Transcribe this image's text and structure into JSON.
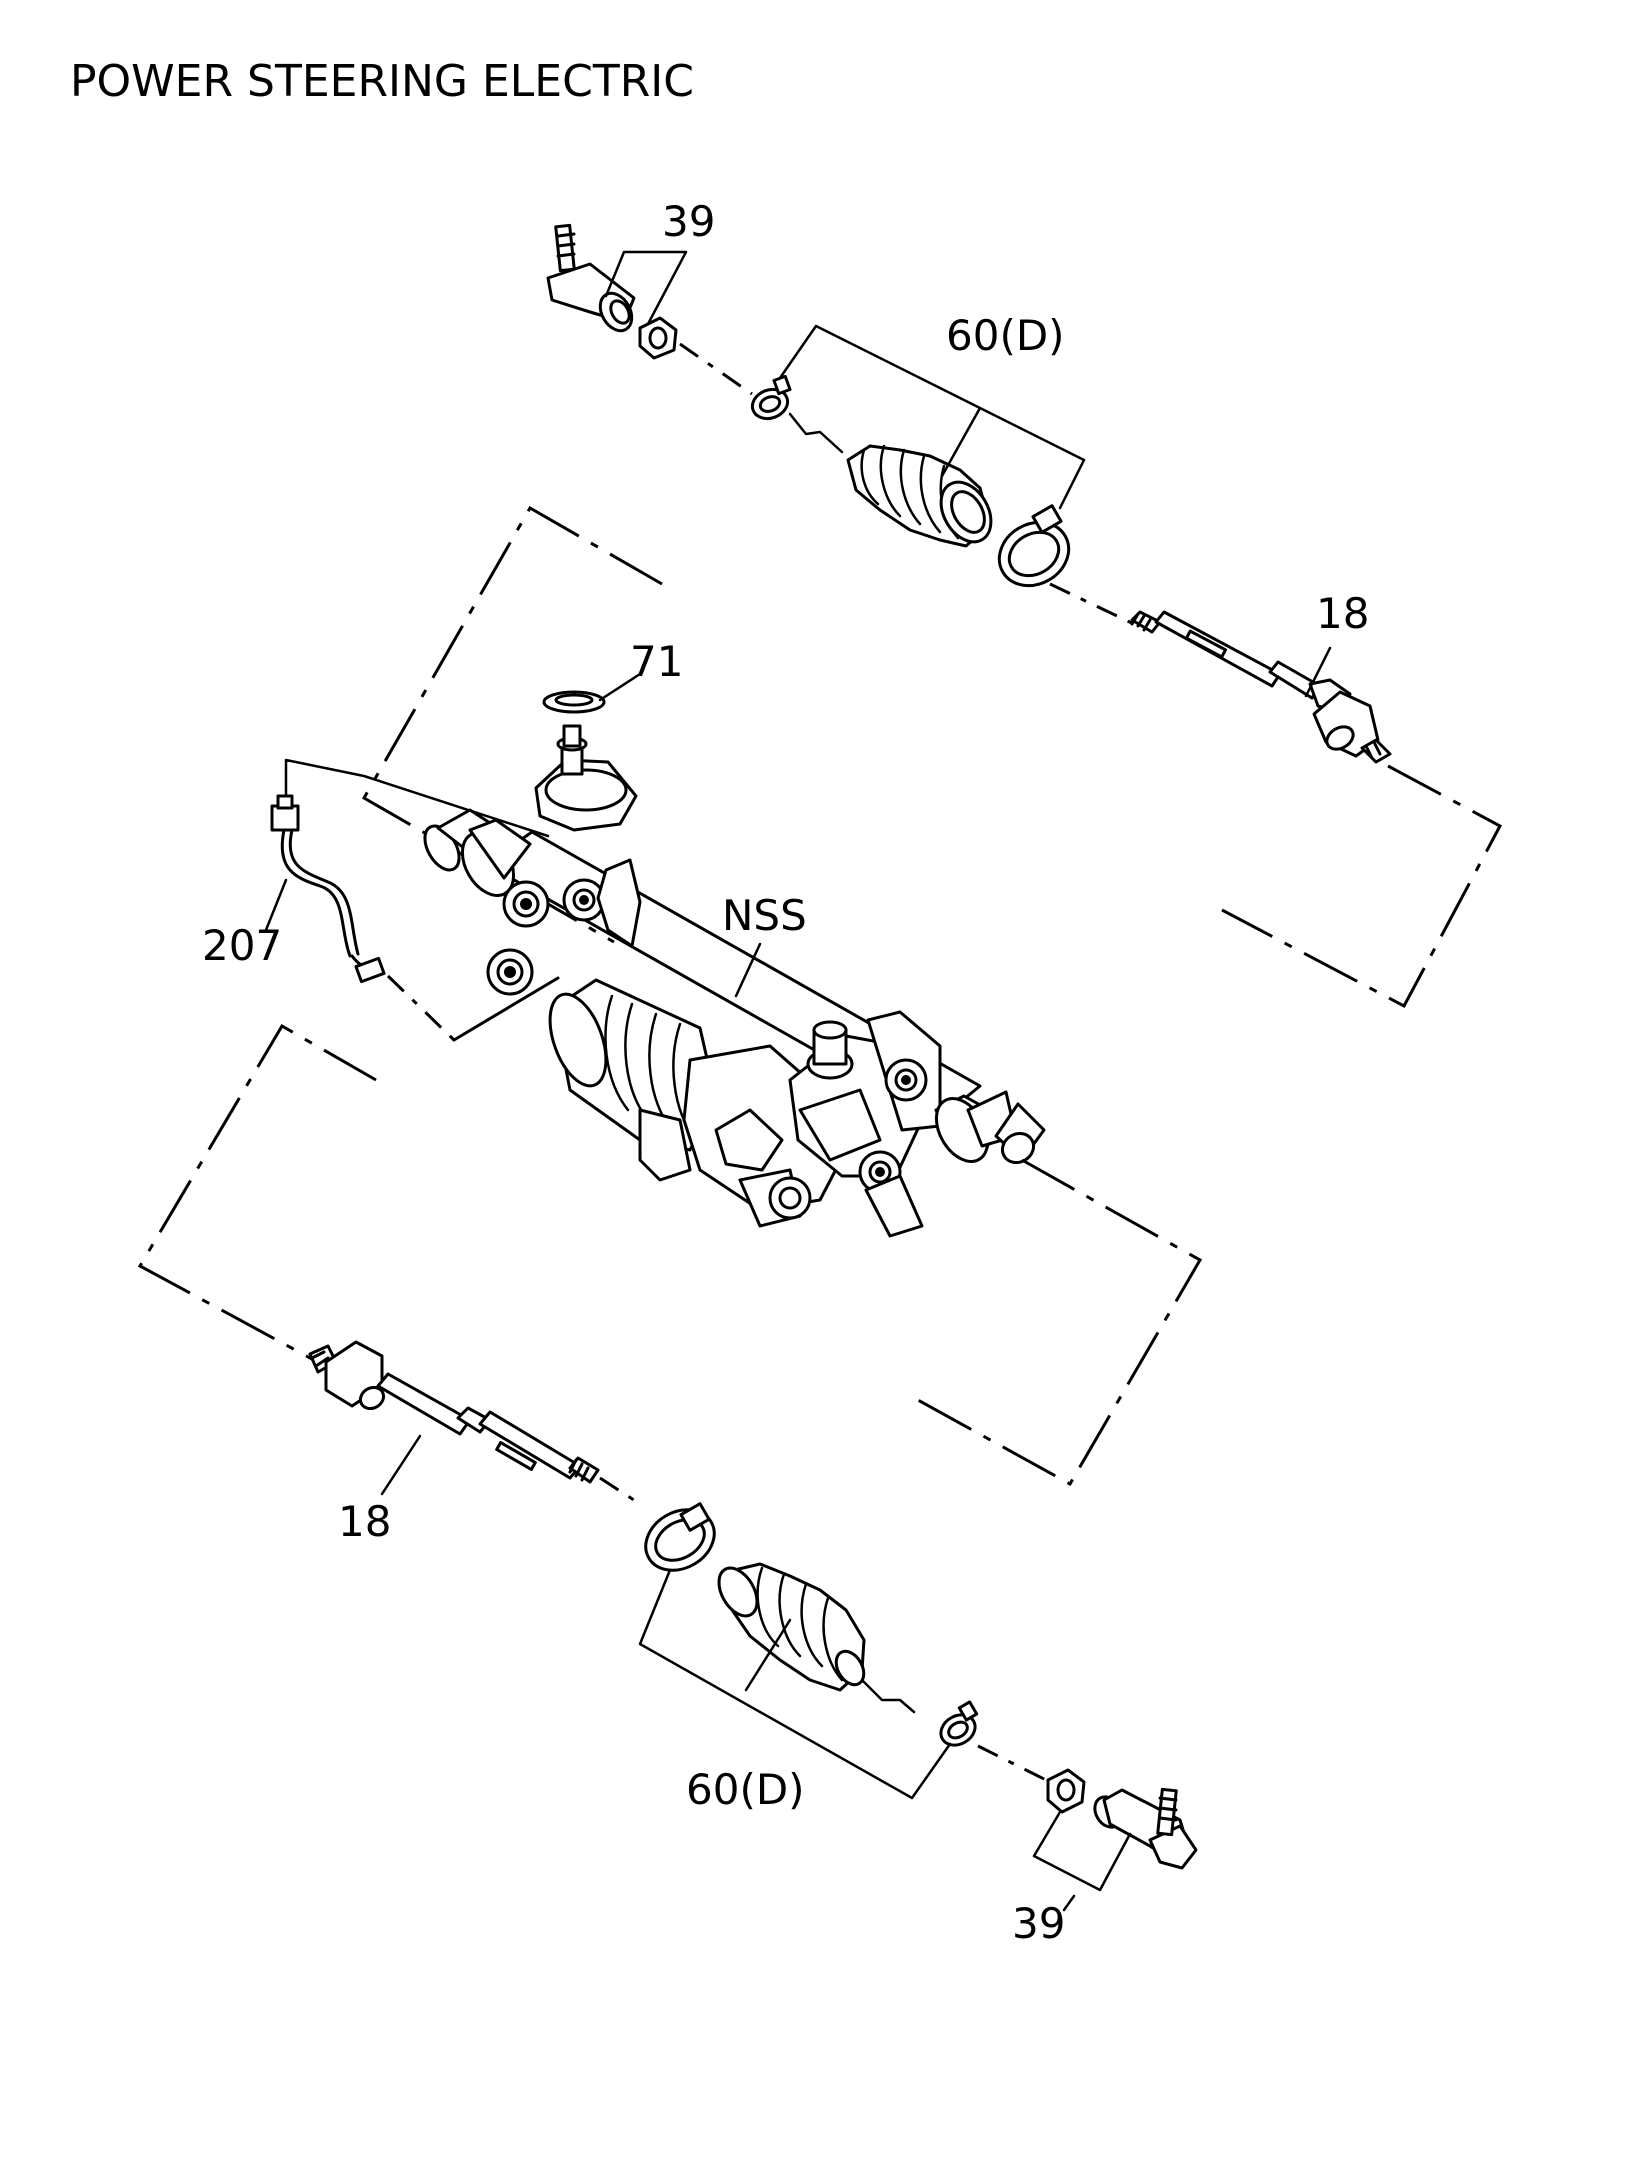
{
  "title": "POWER STEERING ELECTRIC",
  "callouts": {
    "tie_rod_end_top": "39",
    "boot_kit_top": "60(D)",
    "inner_tie_rod_top": "18",
    "o_ring": "71",
    "harness": "207",
    "gear_assembly": "NSS",
    "inner_tie_rod_bottom": "18",
    "boot_kit_bottom": "60(D)",
    "tie_rod_end_bottom": "39"
  }
}
